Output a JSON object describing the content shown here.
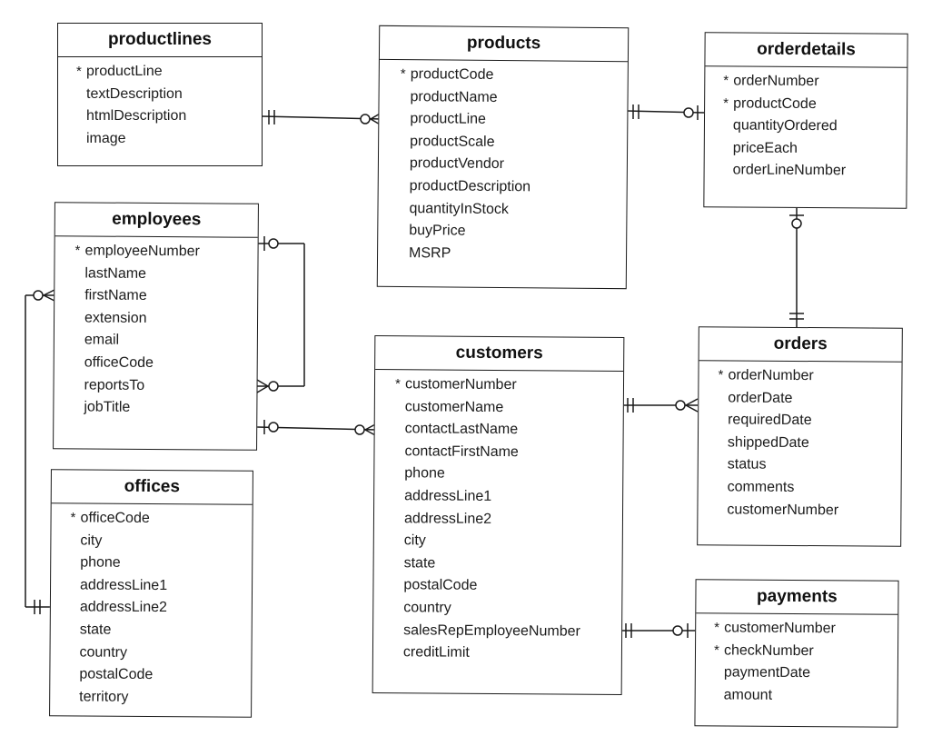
{
  "entities": {
    "productlines": {
      "title": "productlines",
      "attributes": [
        {
          "name": "productLine",
          "pk": "*"
        },
        {
          "name": "textDescription",
          "pk": ""
        },
        {
          "name": "htmlDescription",
          "pk": ""
        },
        {
          "name": "image",
          "pk": ""
        }
      ]
    },
    "products": {
      "title": "products",
      "attributes": [
        {
          "name": "productCode",
          "pk": "*"
        },
        {
          "name": "productName",
          "pk": ""
        },
        {
          "name": "productLine",
          "pk": ""
        },
        {
          "name": "productScale",
          "pk": ""
        },
        {
          "name": "productVendor",
          "pk": ""
        },
        {
          "name": "productDescription",
          "pk": ""
        },
        {
          "name": "quantityInStock",
          "pk": ""
        },
        {
          "name": "buyPrice",
          "pk": ""
        },
        {
          "name": "MSRP",
          "pk": ""
        }
      ]
    },
    "orderdetails": {
      "title": "orderdetails",
      "attributes": [
        {
          "name": "orderNumber",
          "pk": "*"
        },
        {
          "name": "productCode",
          "pk": "*"
        },
        {
          "name": "quantityOrdered",
          "pk": ""
        },
        {
          "name": "priceEach",
          "pk": ""
        },
        {
          "name": "orderLineNumber",
          "pk": ""
        }
      ]
    },
    "employees": {
      "title": "employees",
      "attributes": [
        {
          "name": "employeeNumber",
          "pk": "*"
        },
        {
          "name": "lastName",
          "pk": ""
        },
        {
          "name": "firstName",
          "pk": ""
        },
        {
          "name": "extension",
          "pk": ""
        },
        {
          "name": "email",
          "pk": ""
        },
        {
          "name": "officeCode",
          "pk": ""
        },
        {
          "name": "reportsTo",
          "pk": ""
        },
        {
          "name": "jobTitle",
          "pk": ""
        }
      ]
    },
    "customers": {
      "title": "customers",
      "attributes": [
        {
          "name": "customerNumber",
          "pk": "*"
        },
        {
          "name": "customerName",
          "pk": ""
        },
        {
          "name": "contactLastName",
          "pk": ""
        },
        {
          "name": "contactFirstName",
          "pk": ""
        },
        {
          "name": "phone",
          "pk": ""
        },
        {
          "name": "addressLine1",
          "pk": ""
        },
        {
          "name": "addressLine2",
          "pk": ""
        },
        {
          "name": "city",
          "pk": ""
        },
        {
          "name": "state",
          "pk": ""
        },
        {
          "name": "postalCode",
          "pk": ""
        },
        {
          "name": "country",
          "pk": ""
        },
        {
          "name": "salesRepEmployeeNumber",
          "pk": ""
        },
        {
          "name": "creditLimit",
          "pk": ""
        }
      ]
    },
    "orders": {
      "title": "orders",
      "attributes": [
        {
          "name": "orderNumber",
          "pk": "*"
        },
        {
          "name": "orderDate",
          "pk": ""
        },
        {
          "name": "requiredDate",
          "pk": ""
        },
        {
          "name": "shippedDate",
          "pk": ""
        },
        {
          "name": "status",
          "pk": ""
        },
        {
          "name": "comments",
          "pk": ""
        },
        {
          "name": "customerNumber",
          "pk": ""
        }
      ]
    },
    "offices": {
      "title": "offices",
      "attributes": [
        {
          "name": "officeCode",
          "pk": "*"
        },
        {
          "name": "city",
          "pk": ""
        },
        {
          "name": "phone",
          "pk": ""
        },
        {
          "name": "addressLine1",
          "pk": ""
        },
        {
          "name": "addressLine2",
          "pk": ""
        },
        {
          "name": "state",
          "pk": ""
        },
        {
          "name": "country",
          "pk": ""
        },
        {
          "name": "postalCode",
          "pk": ""
        },
        {
          "name": "territory",
          "pk": ""
        }
      ]
    },
    "payments": {
      "title": "payments",
      "attributes": [
        {
          "name": "customerNumber",
          "pk": "*"
        },
        {
          "name": "checkNumber",
          "pk": "*"
        },
        {
          "name": "paymentDate",
          "pk": ""
        },
        {
          "name": "amount",
          "pk": ""
        }
      ]
    }
  },
  "relationships": [
    {
      "from": "productlines",
      "to": "products",
      "from_card": "one-and-only-one",
      "to_card": "zero-or-many"
    },
    {
      "from": "products",
      "to": "orderdetails",
      "from_card": "one-and-only-one",
      "to_card": "zero-or-one"
    },
    {
      "from": "orderdetails",
      "to": "orders",
      "from_card": "zero-or-one",
      "to_card": "one-and-only-one"
    },
    {
      "from": "employees",
      "to": "employees",
      "from_card": "zero-or-one",
      "to_card": "zero-or-many"
    },
    {
      "from": "employees",
      "to": "customers",
      "from_card": "zero-or-one",
      "to_card": "zero-or-many"
    },
    {
      "from": "offices",
      "to": "employees",
      "from_card": "one-and-only-one",
      "to_card": "zero-or-many"
    },
    {
      "from": "customers",
      "to": "orders",
      "from_card": "one-and-only-one",
      "to_card": "zero-or-many"
    },
    {
      "from": "customers",
      "to": "payments",
      "from_card": "one-and-only-one",
      "to_card": "zero-or-one"
    }
  ],
  "colors": {
    "line": "#1a1a1a",
    "background": "#ffffff",
    "text": "#111111"
  }
}
